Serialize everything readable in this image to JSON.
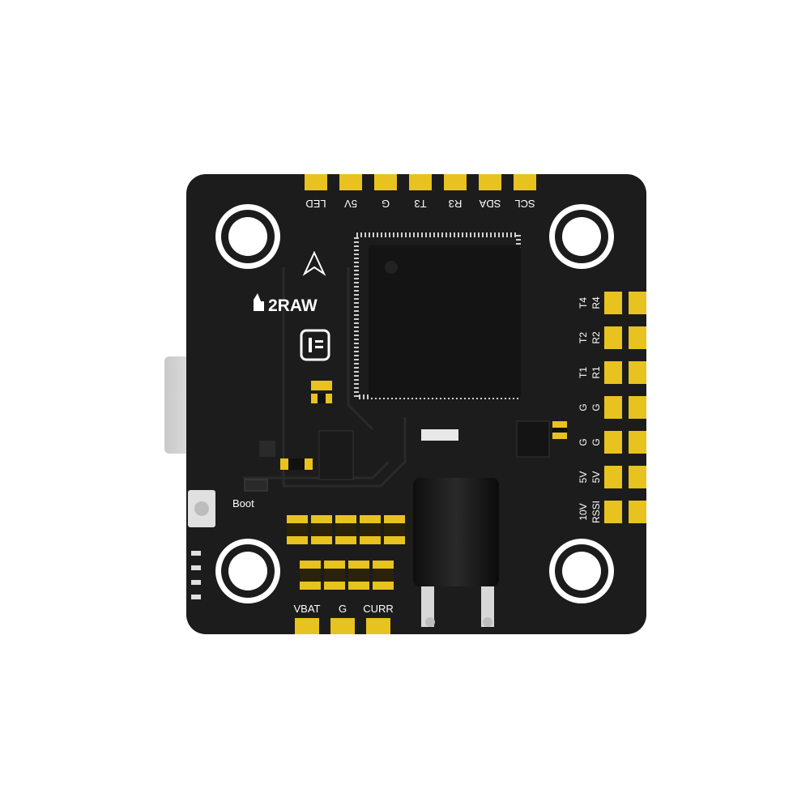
{
  "board": {
    "brand": "2RAW",
    "boot_label": "Boot",
    "top_pads": [
      "LED",
      "5V",
      "G",
      "T3",
      "R3",
      "SDA",
      "SCL"
    ],
    "right_pads": [
      {
        "a": "T4",
        "b": "R4"
      },
      {
        "a": "T2",
        "b": "R2"
      },
      {
        "a": "T1",
        "b": "R1"
      },
      {
        "a": "G",
        "b": "G"
      },
      {
        "a": "G",
        "b": "G"
      },
      {
        "a": "5V",
        "b": "5V"
      },
      {
        "a": "10V",
        "b": "RSSI"
      }
    ],
    "bottom_pads": [
      "VBAT",
      "G",
      "CURR"
    ]
  },
  "colors": {
    "pcb": "#1c1c1c",
    "gold": "#e8c21f",
    "silkscreen": "#ffffff",
    "chip": "#141414"
  }
}
